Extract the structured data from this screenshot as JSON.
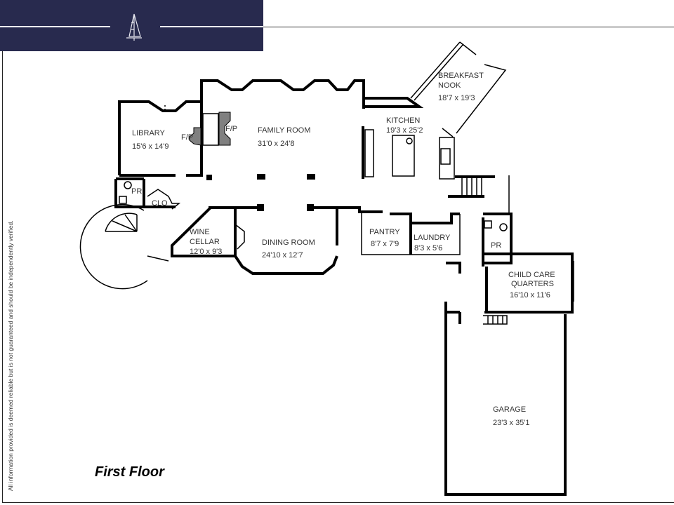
{
  "header": {
    "logo": "sailboat-logo"
  },
  "disclaimer": "All information provided is deemed reliable but is not guaranteed and should be independently verified.",
  "floor_title": "First Floor",
  "rooms": {
    "library": {
      "name": "LIBRARY",
      "dims": "15'6 x 14'9"
    },
    "family_room": {
      "name": "FAMILY ROOM",
      "dims": "31'0 x 24'8"
    },
    "kitchen": {
      "name": "KITCHEN",
      "dims": "19'3 x 25'2"
    },
    "breakfast_nook": {
      "name1": "BREAKFAST",
      "name2": "NOOK",
      "dims": "18'7 x 19'3"
    },
    "wine_cellar": {
      "name1": "WINE",
      "name2": "CELLAR",
      "dims": "12'0 x 9'3"
    },
    "dining_room": {
      "name": "DINING ROOM",
      "dims": "24'10 x 12'7"
    },
    "pantry": {
      "name": "PANTRY",
      "dims": "8'7 x 7'9"
    },
    "laundry": {
      "name": "LAUNDRY",
      "dims": "8'3 x 5'6"
    },
    "child_care": {
      "name1": "CHILD CARE",
      "name2": "QUARTERS",
      "dims": "16'10 x 11'6"
    },
    "garage": {
      "name": "GARAGE",
      "dims": "23'3 x 35'1"
    },
    "powder_room_1": {
      "name": "PR"
    },
    "powder_room_2": {
      "name": "PR"
    },
    "closet": {
      "name": "CLO"
    },
    "fireplace_library": {
      "name": "F/P"
    },
    "fireplace_family": {
      "name": "F/P"
    }
  },
  "colors": {
    "header": "#282a4e",
    "fireplace": "#808080"
  }
}
